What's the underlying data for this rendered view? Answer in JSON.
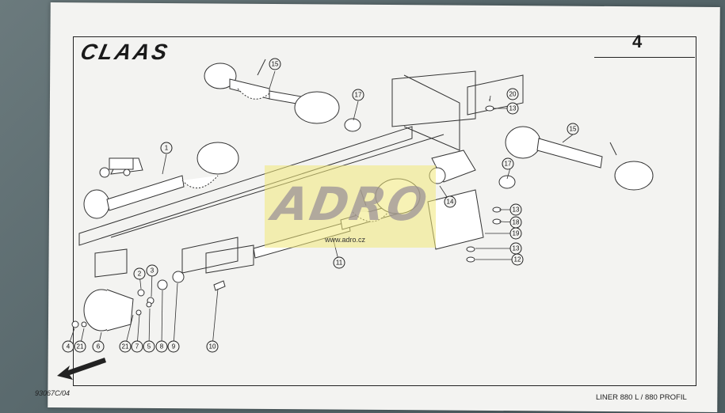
{
  "document": {
    "brand": "CLAAS",
    "page_number": "4",
    "doc_code": "93067C/04",
    "model": "LINER 880 L / 880 PROFIL"
  },
  "watermark": {
    "text": "ADRO",
    "url": "www.adro.cz"
  },
  "callouts": [
    "1",
    "2",
    "3",
    "4",
    "5",
    "6",
    "7",
    "8",
    "9",
    "10",
    "11",
    "12",
    "13",
    "13",
    "13",
    "14",
    "15",
    "15",
    "17",
    "17",
    "18",
    "19",
    "20",
    "21",
    "21"
  ]
}
